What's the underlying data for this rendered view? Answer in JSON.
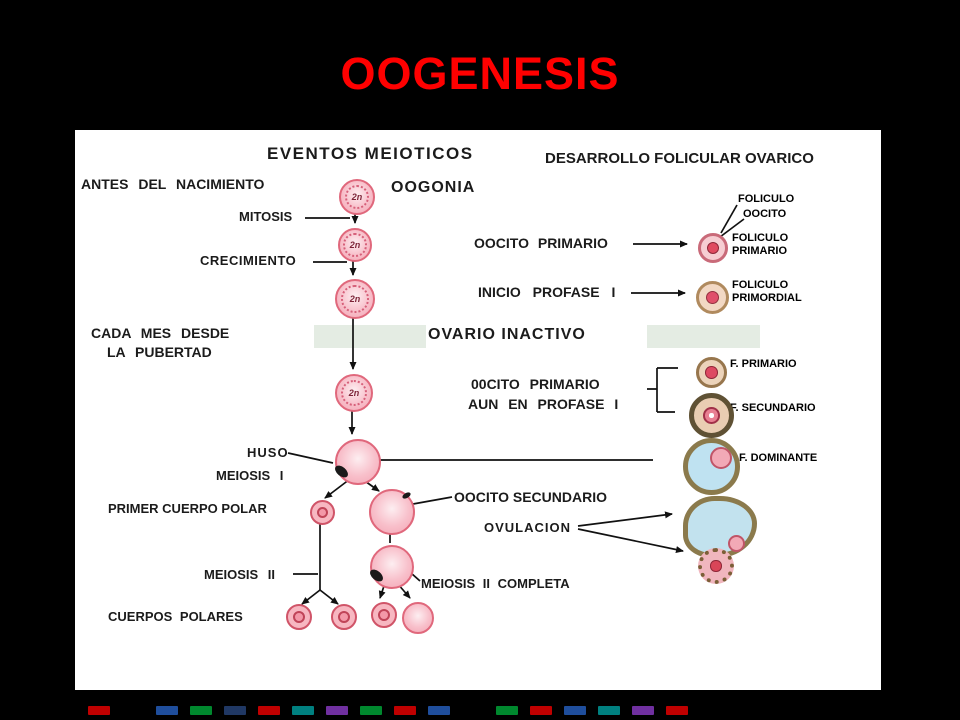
{
  "title": "OOGENESIS",
  "colors": {
    "title": "#ff0000",
    "slide_background": "#000000",
    "panel_background": "#ffffff",
    "cell_pink": "#f5aab8",
    "cell_rim": "#d94f68",
    "follicle_ring_brown": "#8b7a4c",
    "antrum_blue": "#bfe2f1",
    "highlight_band": "#e4ece3"
  },
  "headers": {
    "left": "EVENTOS MEIOTICOS",
    "right": "DESARROLLO FOLICULAR OVARICO"
  },
  "labels": {
    "antes_del_nacimiento": "ANTES DEL NACIMIENTO",
    "mitosis": "MITOSIS",
    "oogonia": "OOGONIA",
    "crecimiento": "CRECIMIENTO",
    "oocito_primario": "OOCITO PRIMARIO",
    "inicio_profase": "INICIO PROFASE I",
    "cada_mes_linea1": "CADA MES DESDE",
    "cada_mes_linea2": "LA PUBERTAD",
    "ovario_inactivo": "OVARIO INACTIVO",
    "oocito_aun_linea1": "00CITO PRIMARIO",
    "oocito_aun_linea2": "AUN EN PROFASE I",
    "huso": "HUSO",
    "meiosis_i": "MEIOSIS I",
    "primer_cuerpo_polar": "PRIMER CUERPO POLAR",
    "oocito_secundario": "OOCITO SECUNDARIO",
    "ovulacion": "OVULACION",
    "meiosis_ii": "MEIOSIS II",
    "meiosis_ii_completa": "MEIOSIS II COMPLETA",
    "cuerpos_polares": "CUERPOS POLARES",
    "foliculo": "FOLICULO",
    "oocito": "OOCITO",
    "foliculo_primario_l1": "FOLICULO",
    "foliculo_primario_l2": "PRIMARIO",
    "foliculo_primordial_l1": "FOLICULO",
    "foliculo_primordial_l2": "PRIMORDIAL",
    "f_primario": "F. PRIMARIO",
    "f_secundario": "F.  SECUNDARIO",
    "f_dominante": "F.  DOMINANTE"
  },
  "cells": {
    "ploidy": "2n"
  },
  "footer_strip": [
    "#c00000",
    "#000000",
    "#1f4e9c",
    "#00882e",
    "#203864",
    "#c00000",
    "#008080",
    "#7030a0",
    "#00882e",
    "#c00000",
    "#1f4e9c",
    "#000000",
    "#00882e",
    "#c00000",
    "#1f4e9c",
    "#008080",
    "#7030a0",
    "#c00000"
  ]
}
